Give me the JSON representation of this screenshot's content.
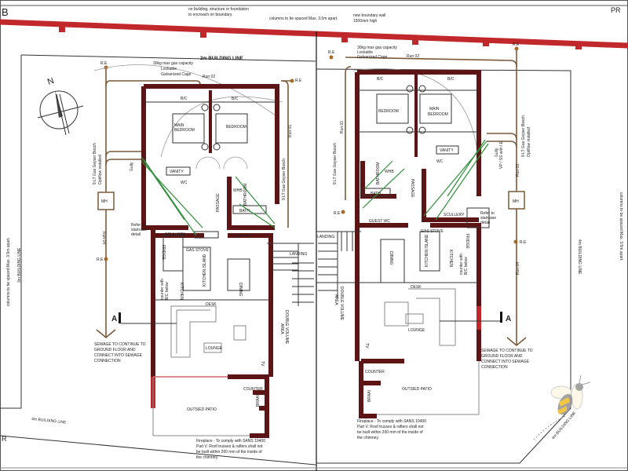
{
  "sheet": {
    "corner_top_left": "B",
    "corner_top_right": "PR",
    "corner_bottom_left": "R"
  },
  "boundary": {
    "note_no_encroach": [
      "no building, structure or foundation",
      "to encroach on boundary."
    ],
    "note_columns": "columns to be spaced Max. 3.5m apart.",
    "note_wall": [
      "new boundary wall",
      "1500mm high"
    ],
    "building_line_2m": "2m BUILDING LINE",
    "building_line_3m": "3m BUILDING LINE",
    "building_line_4m": "4m BUILDING LINE",
    "compass_north": "N"
  },
  "services": {
    "gas_cage": [
      "30kg max gas capacity",
      "Lockable",
      "Galvanized Cage"
    ],
    "rodding_eye": "R.E",
    "manhole": "MH",
    "geyser": [
      "9 LT Gas Geyser Bosch",
      "Optiflow installed"
    ],
    "runs": [
      "Run 01",
      "Run 02",
      "Run 03",
      "Run 04"
    ],
    "gully": "Gully",
    "vp": "VP / SS with I.E",
    "sewage_note": [
      "SEWAGE TO CONTINUE TO",
      "GROUND FLOOR AND",
      "CONNECT INTO SEWAGE",
      "CONNECTION"
    ],
    "section_marker": "A"
  },
  "rooms": {
    "bic": "B/C",
    "main_bedroom": [
      "MAIN",
      "BEDROOM"
    ],
    "bedroom": "BEDROOM",
    "vanity": "VANITY",
    "wc": "WC",
    "whb": "WHB",
    "bathroom": "BATHROOM",
    "bath": "BATH",
    "guest_wc": "GUEST WC",
    "passage": "PASSAGE",
    "scullery": "SCULLERY",
    "staircase_ref": [
      "Refer to",
      "staircase",
      "detail"
    ],
    "gas_stove": "GAS STOVE",
    "kitchen_island": "KITCHEN ISLAND",
    "kitchen": "KITCHEN",
    "fridge": "FRIDGE",
    "counter_bic": [
      "counter with",
      "B/C below"
    ],
    "dining": "DINING",
    "landing": "LANDING",
    "double_volume": [
      "DOUBLE VOLUME",
      "AREA"
    ],
    "lounge": "LOUNGE",
    "desk": "DESK",
    "tv": "TV",
    "counter": "COUNTER",
    "braai": "BRAAI",
    "outside_patio": "OUTSIED PATIO",
    "fireplace_note": [
      "Fireplace - To comply with SANS 10400",
      "Part V. Roof trusses & rafters shall not",
      "be built within 200 mm of the inside of",
      "the chimney."
    ]
  },
  "colors": {
    "boundary_wall": "#c0282c",
    "walls": "#5c1414",
    "drain_pipe": "#7a5a3a",
    "gas_line": "#2f8f3a",
    "logo_yellow": "#f2c230"
  }
}
